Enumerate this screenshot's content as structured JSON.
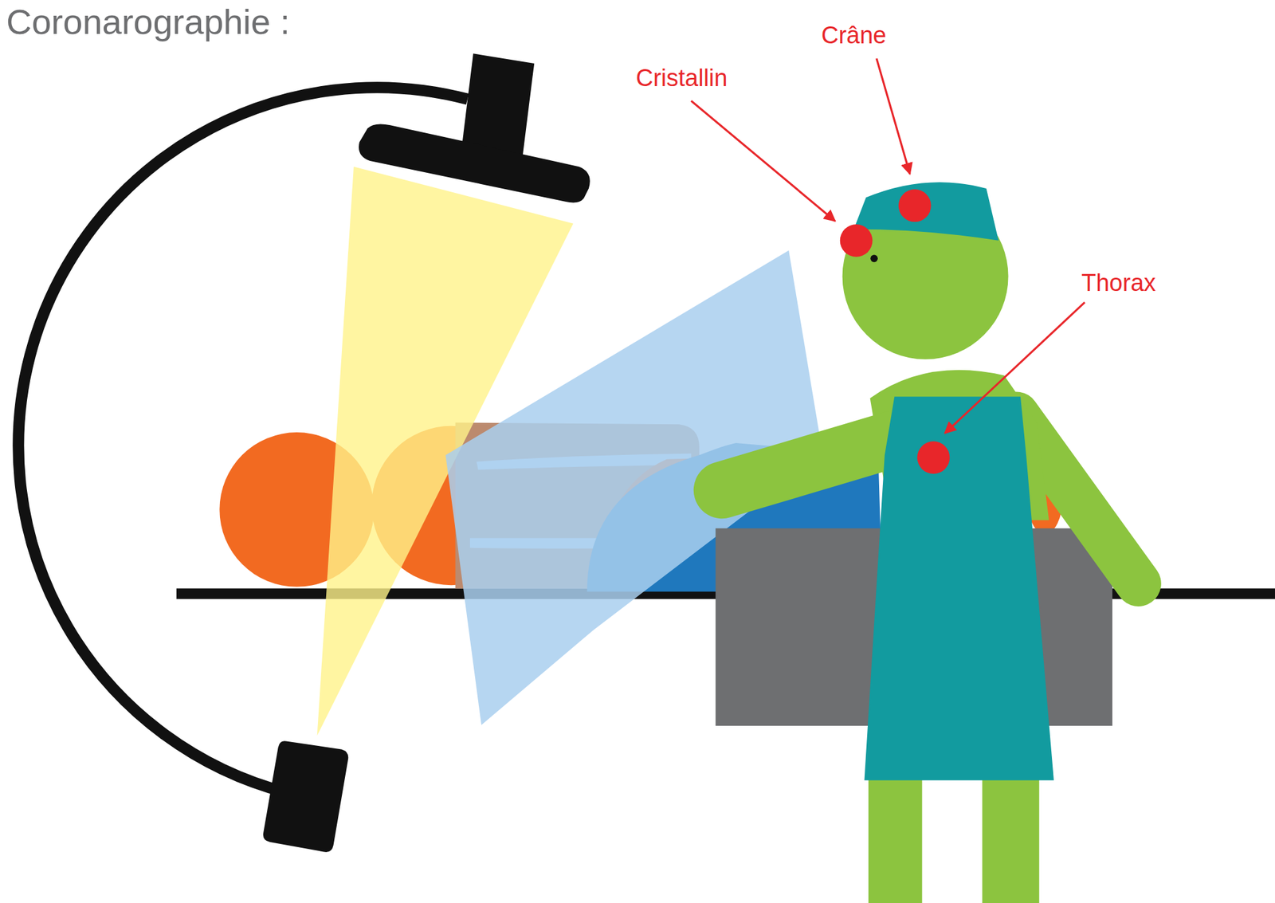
{
  "diagram": {
    "title": "Coronarographie :",
    "labels": [
      "Crâne",
      "Cristallin",
      "Thorax"
    ]
  }
}
